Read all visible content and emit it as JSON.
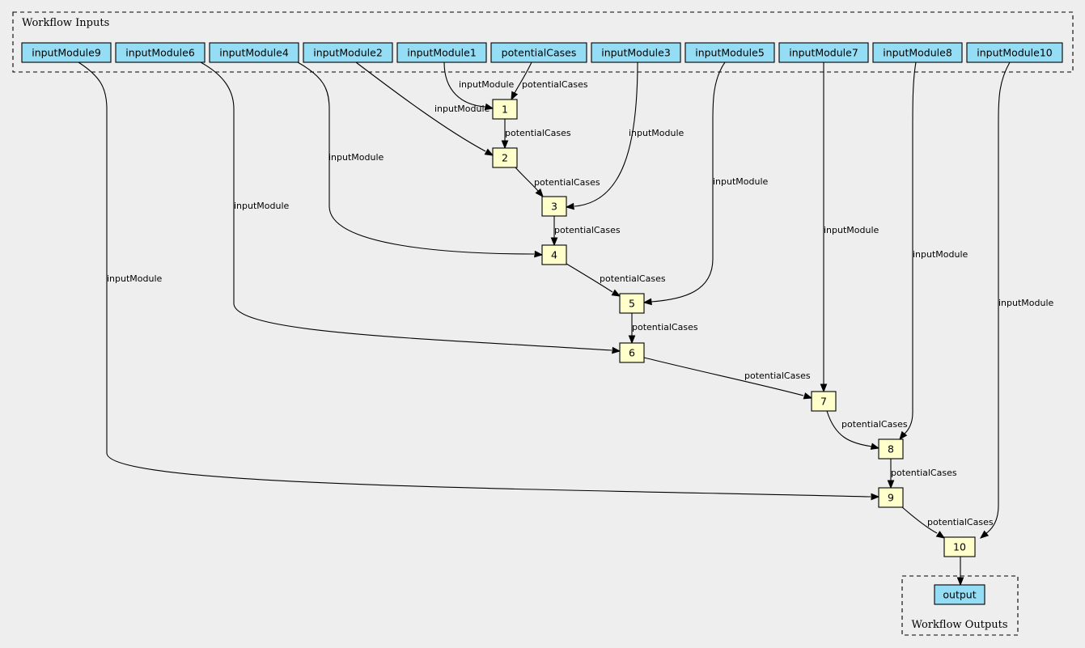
{
  "clusters": {
    "inputs_label": "Workflow Inputs",
    "outputs_label": "Workflow Outputs"
  },
  "colors": {
    "input_fill": "#94ddf4",
    "step_fill": "#ffffcc",
    "background": "#eeeeee"
  },
  "inputs": [
    {
      "id": "inputModule9",
      "label": "inputModule9"
    },
    {
      "id": "inputModule6",
      "label": "inputModule6"
    },
    {
      "id": "inputModule4",
      "label": "inputModule4"
    },
    {
      "id": "inputModule2",
      "label": "inputModule2"
    },
    {
      "id": "inputModule1",
      "label": "inputModule1"
    },
    {
      "id": "potentialCases",
      "label": "potentialCases"
    },
    {
      "id": "inputModule3",
      "label": "inputModule3"
    },
    {
      "id": "inputModule5",
      "label": "inputModule5"
    },
    {
      "id": "inputModule7",
      "label": "inputModule7"
    },
    {
      "id": "inputModule8",
      "label": "inputModule8"
    },
    {
      "id": "inputModule10",
      "label": "inputModule10"
    }
  ],
  "steps": [
    {
      "id": "s1",
      "label": "1"
    },
    {
      "id": "s2",
      "label": "2"
    },
    {
      "id": "s3",
      "label": "3"
    },
    {
      "id": "s4",
      "label": "4"
    },
    {
      "id": "s5",
      "label": "5"
    },
    {
      "id": "s6",
      "label": "6"
    },
    {
      "id": "s7",
      "label": "7"
    },
    {
      "id": "s8",
      "label": "8"
    },
    {
      "id": "s9",
      "label": "9"
    },
    {
      "id": "s10",
      "label": "10"
    }
  ],
  "outputs": [
    {
      "id": "output",
      "label": "output"
    }
  ],
  "edges": [
    {
      "id": "e_in1_s1",
      "from": "inputModule1",
      "to": "s1",
      "label": "inputModule"
    },
    {
      "id": "e_pc_s1",
      "from": "potentialCases",
      "to": "s1",
      "label": "potentialCases"
    },
    {
      "id": "e_s1_s2",
      "from": "s1",
      "to": "s2",
      "label": "potentialCases"
    },
    {
      "id": "e_in2_s2",
      "from": "inputModule2",
      "to": "s2",
      "label": "inputModule"
    },
    {
      "id": "e_s2_s3",
      "from": "s2",
      "to": "s3",
      "label": "potentialCases"
    },
    {
      "id": "e_in3_s3",
      "from": "inputModule3",
      "to": "s3",
      "label": "inputModule"
    },
    {
      "id": "e_s3_s4",
      "from": "s3",
      "to": "s4",
      "label": "potentialCases"
    },
    {
      "id": "e_in4_s4",
      "from": "inputModule4",
      "to": "s4",
      "label": "inputModule"
    },
    {
      "id": "e_s4_s5",
      "from": "s4",
      "to": "s5",
      "label": "potentialCases"
    },
    {
      "id": "e_in5_s5",
      "from": "inputModule5",
      "to": "s5",
      "label": "inputModule"
    },
    {
      "id": "e_s5_s6",
      "from": "s5",
      "to": "s6",
      "label": "potentialCases"
    },
    {
      "id": "e_in6_s6",
      "from": "inputModule6",
      "to": "s6",
      "label": "inputModule"
    },
    {
      "id": "e_s6_s7",
      "from": "s6",
      "to": "s7",
      "label": "potentialCases"
    },
    {
      "id": "e_in7_s7",
      "from": "inputModule7",
      "to": "s7",
      "label": "inputModule"
    },
    {
      "id": "e_s7_s8",
      "from": "s7",
      "to": "s8",
      "label": "potentialCases"
    },
    {
      "id": "e_in8_s8",
      "from": "inputModule8",
      "to": "s8",
      "label": "inputModule"
    },
    {
      "id": "e_s8_s9",
      "from": "s8",
      "to": "s9",
      "label": "potentialCases"
    },
    {
      "id": "e_in9_s9",
      "from": "inputModule9",
      "to": "s9",
      "label": "inputModule"
    },
    {
      "id": "e_s9_s10",
      "from": "s9",
      "to": "s10",
      "label": "potentialCases"
    },
    {
      "id": "e_in10_s10",
      "from": "inputModule10",
      "to": "s10",
      "label": "inputModule"
    },
    {
      "id": "e_s10_out",
      "from": "s10",
      "to": "output",
      "label": ""
    }
  ]
}
